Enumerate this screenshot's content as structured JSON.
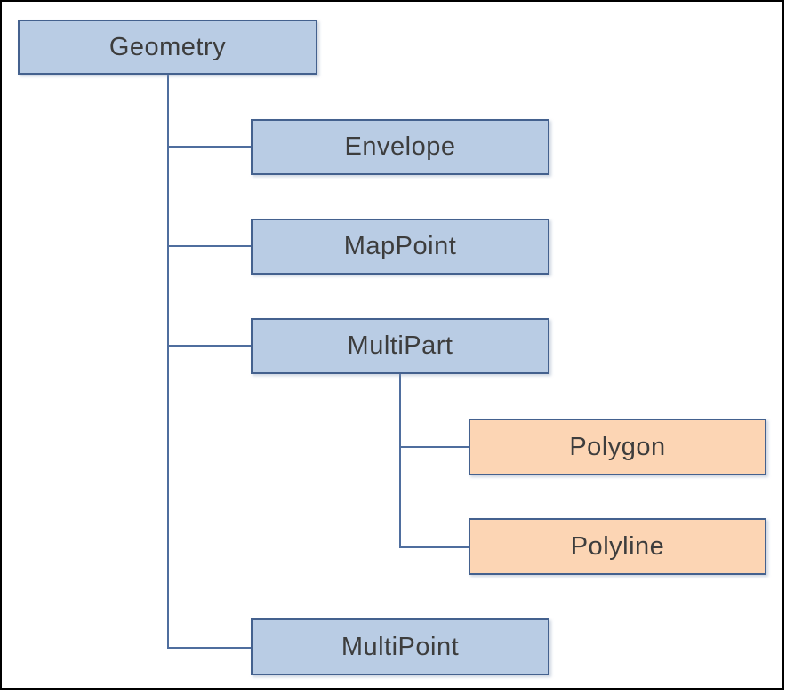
{
  "diagram": {
    "description": "Class hierarchy tree of Geometry types",
    "root": {
      "label": "Geometry"
    },
    "nodes": [
      {
        "id": "geometry",
        "label": "Geometry",
        "variant": "blue",
        "parent": null
      },
      {
        "id": "envelope",
        "label": "Envelope",
        "variant": "blue",
        "parent": "geometry"
      },
      {
        "id": "mappoint",
        "label": "MapPoint",
        "variant": "blue",
        "parent": "geometry"
      },
      {
        "id": "multipart",
        "label": "MultiPart",
        "variant": "blue",
        "parent": "geometry"
      },
      {
        "id": "polygon",
        "label": "Polygon",
        "variant": "orange",
        "parent": "multipart"
      },
      {
        "id": "polyline",
        "label": "Polyline",
        "variant": "orange",
        "parent": "multipart"
      },
      {
        "id": "multipoint",
        "label": "MultiPoint",
        "variant": "blue",
        "parent": "geometry"
      }
    ],
    "colors": {
      "blue_fill": "#b9cce4",
      "orange_fill": "#fcd5b4",
      "box_border": "#44618e",
      "connector_line": "#4f6e9e",
      "text": "#3d3d3d",
      "frame": "#000000",
      "background": "#ffffff"
    }
  }
}
